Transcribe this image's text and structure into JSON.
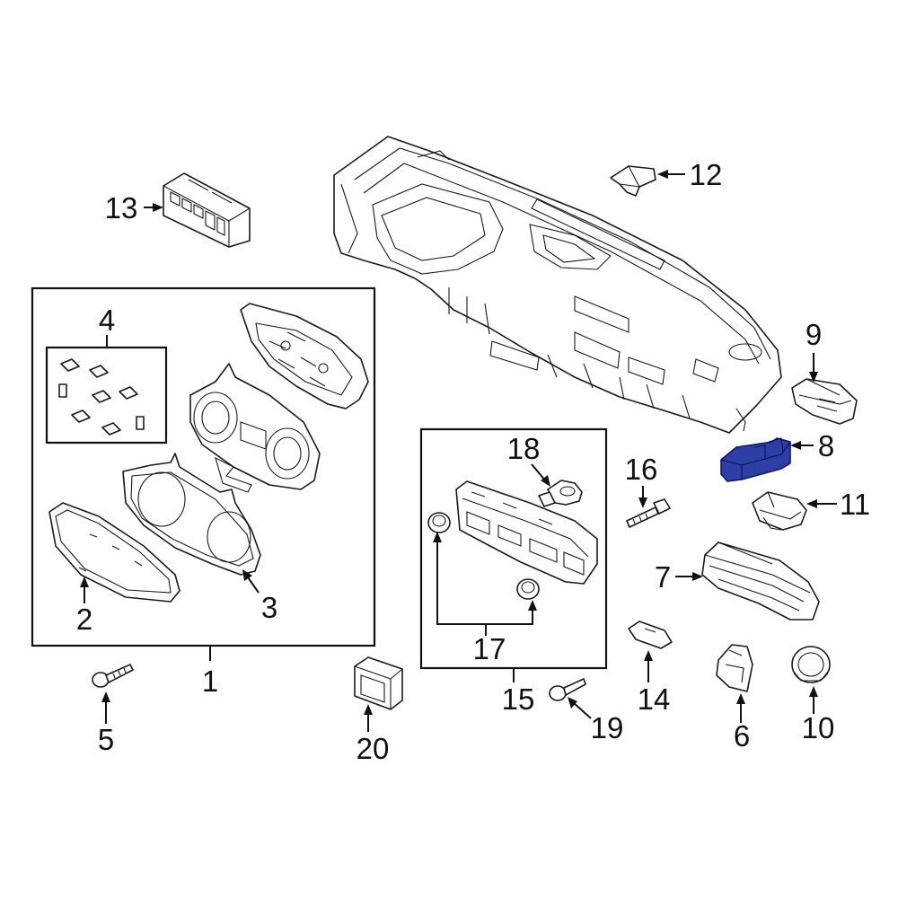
{
  "diagram": {
    "highlighted_part": "8",
    "highlight_color": "#2d3fa6",
    "callouts": {
      "c1": "1",
      "c2": "2",
      "c3": "3",
      "c4": "4",
      "c5": "5",
      "c6": "6",
      "c7": "7",
      "c8": "8",
      "c9": "9",
      "c10": "10",
      "c11": "11",
      "c12": "12",
      "c13": "13",
      "c14": "14",
      "c15": "15",
      "c16": "16",
      "c17": "17",
      "c18": "18",
      "c19": "19",
      "c20": "20"
    }
  }
}
